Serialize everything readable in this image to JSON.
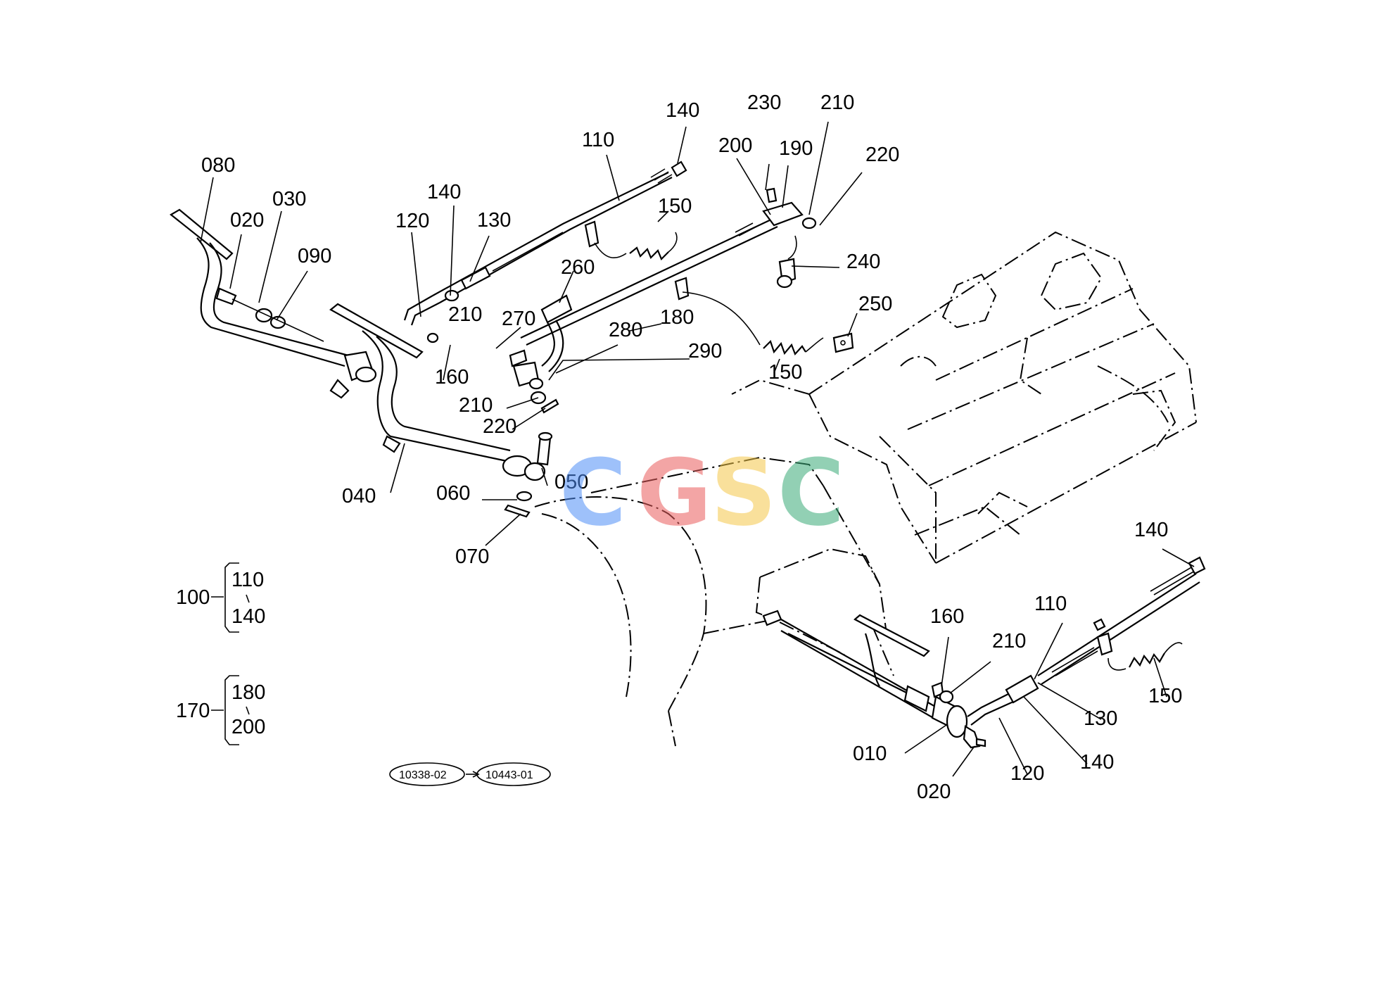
{
  "watermark": {
    "letters": [
      "C",
      "G",
      "S",
      "C"
    ],
    "colors": [
      "#4f8ff7",
      "#ea5d5d",
      "#f5c84a",
      "#3aab78"
    ]
  },
  "callouts": {
    "c010": "010",
    "c020a": "020",
    "c020b": "020",
    "c030": "030",
    "c040": "040",
    "c050": "050",
    "c060": "060",
    "c070": "070",
    "c080": "080",
    "c090": "090",
    "c110a": "110",
    "c110b": "110",
    "c120a": "120",
    "c120b": "120",
    "c130a": "130",
    "c130b": "130",
    "c140a": "140",
    "c140b": "140",
    "c140c": "140",
    "c140d": "140",
    "c150a": "150",
    "c150b": "150",
    "c150c": "150",
    "c160a": "160",
    "c160b": "160",
    "c180": "180",
    "c190": "190",
    "c200": "200",
    "c210a": "210",
    "c210b": "210",
    "c210c": "210",
    "c210d": "210",
    "c220a": "220",
    "c220b": "220",
    "c230": "230",
    "c240": "240",
    "c250": "250",
    "c260": "260",
    "c270": "270",
    "c280": "280",
    "c290": "290"
  },
  "assemblies": [
    {
      "id": "100",
      "from": "110",
      "to": "140"
    },
    {
      "id": "170",
      "from": "180",
      "to": "200"
    }
  ],
  "references": {
    "from": "10338-02",
    "to": "10443-01"
  }
}
